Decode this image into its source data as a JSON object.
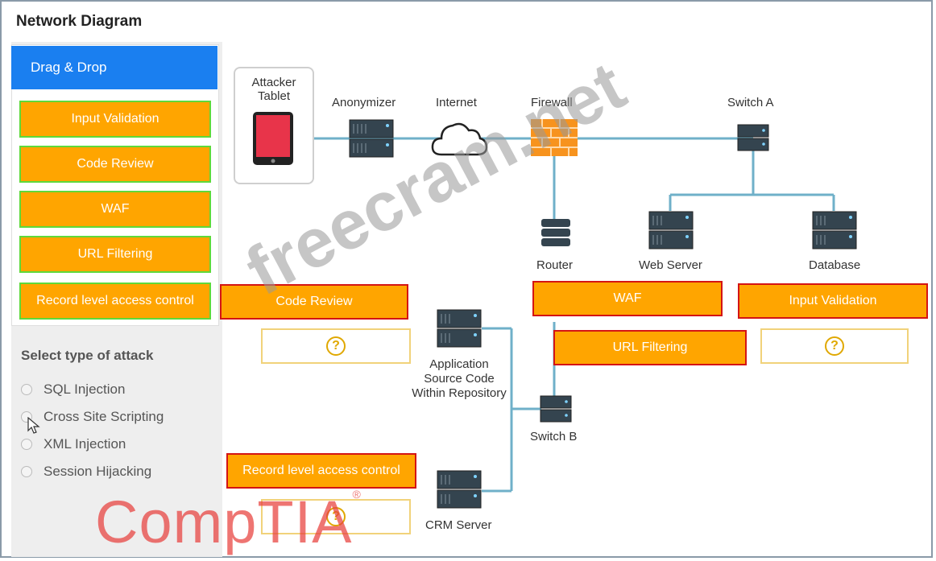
{
  "page": {
    "title": "Network Diagram"
  },
  "dragdrop": {
    "header": "Drag & Drop",
    "tiles": [
      "Input Validation",
      "Code Review",
      "WAF",
      "URL Filtering",
      "Record level access control"
    ]
  },
  "attack": {
    "heading": "Select type of attack",
    "options": [
      "SQL Injection",
      "Cross Site Scripting",
      "XML Injection",
      "Session Hijacking"
    ]
  },
  "diagram": {
    "nodes": {
      "attacker": "Attacker\nTablet",
      "anonymizer": "Anonymizer",
      "internet": "Internet",
      "firewall": "Firewall",
      "switch_a": "Switch A",
      "router": "Router",
      "web_server": "Web Server",
      "database": "Database",
      "app_repo": "Application\nSource Code\nWithin Repository",
      "switch_b": "Switch B",
      "crm": "CRM Server"
    },
    "placed": {
      "code_review": "Code Review",
      "waf": "WAF",
      "input_validation": "Input Validation",
      "url_filtering": "URL Filtering",
      "record_level": "Record level access control"
    },
    "dropzone_symbol": "?"
  },
  "branding": {
    "logo": "CompTIA",
    "watermark": "freecram.net",
    "accent": "#ffa500",
    "brand_blue": "#1a7ff0"
  }
}
